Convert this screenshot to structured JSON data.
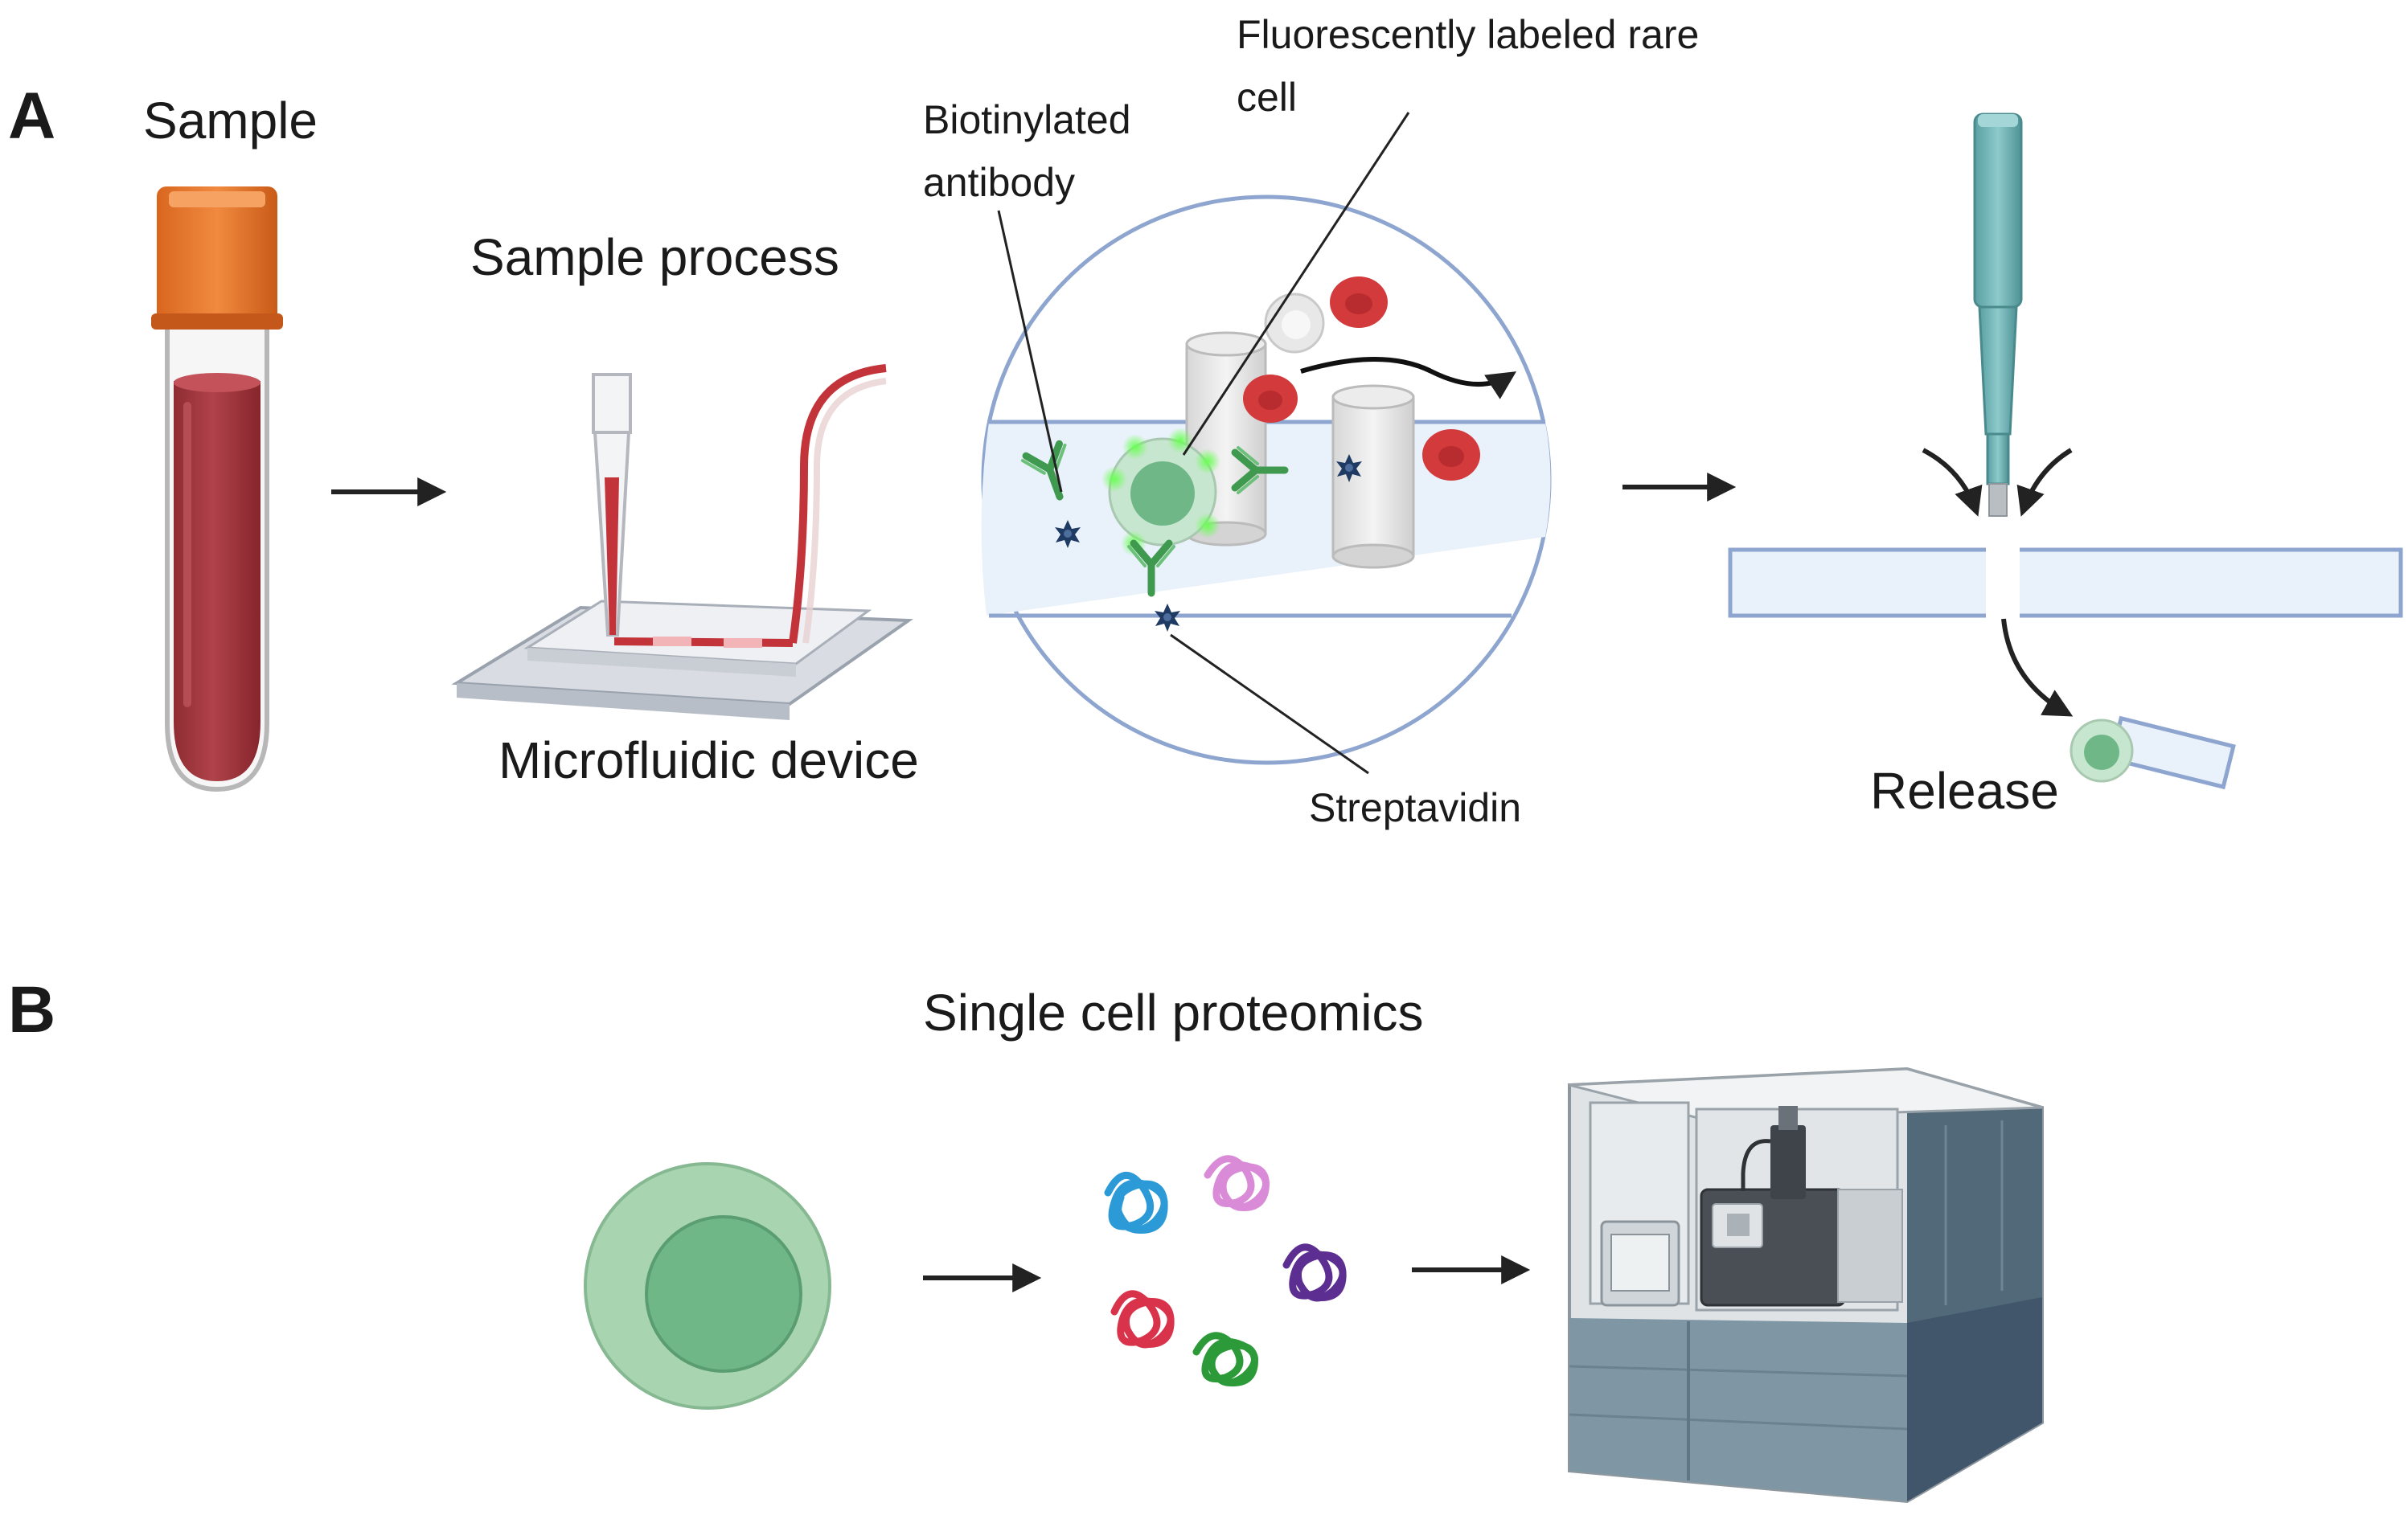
{
  "panel_a": {
    "letter": "A",
    "sample": "Sample",
    "sample_process": "Sample process",
    "microfluidic_device": "Microfluidic device",
    "biotinylated_antibody": [
      "Biotinylated",
      "antibody"
    ],
    "fluorescent_cell": [
      "Fluorescently labeled rare",
      "cell"
    ],
    "streptavidin": "Streptavidin",
    "release": "Release"
  },
  "panel_b": {
    "letter": "B",
    "title": "Single cell proteomics",
    "instrument_icon": "mass-spectrometer-icon"
  },
  "colors": {
    "blood": "#a4343a",
    "tube_cap": "#e2762f",
    "antibody": "#3f9a4f",
    "streptavidin": "#1f3a63",
    "fluorescence": "#4ddb3f",
    "cell_outer": "#a8d5b0",
    "cell_nucleus": "#6fb786",
    "red_cell": "#d23a3c",
    "channel_fill": "#e9f1fb",
    "channel_stroke": "#8ea6cf",
    "pipette": "#74b3b5",
    "instrument_body": "#52697a",
    "protein_colors": [
      "#2b9ad6",
      "#d98bd7",
      "#d8334a",
      "#5c2e91",
      "#2d9a3a"
    ]
  }
}
